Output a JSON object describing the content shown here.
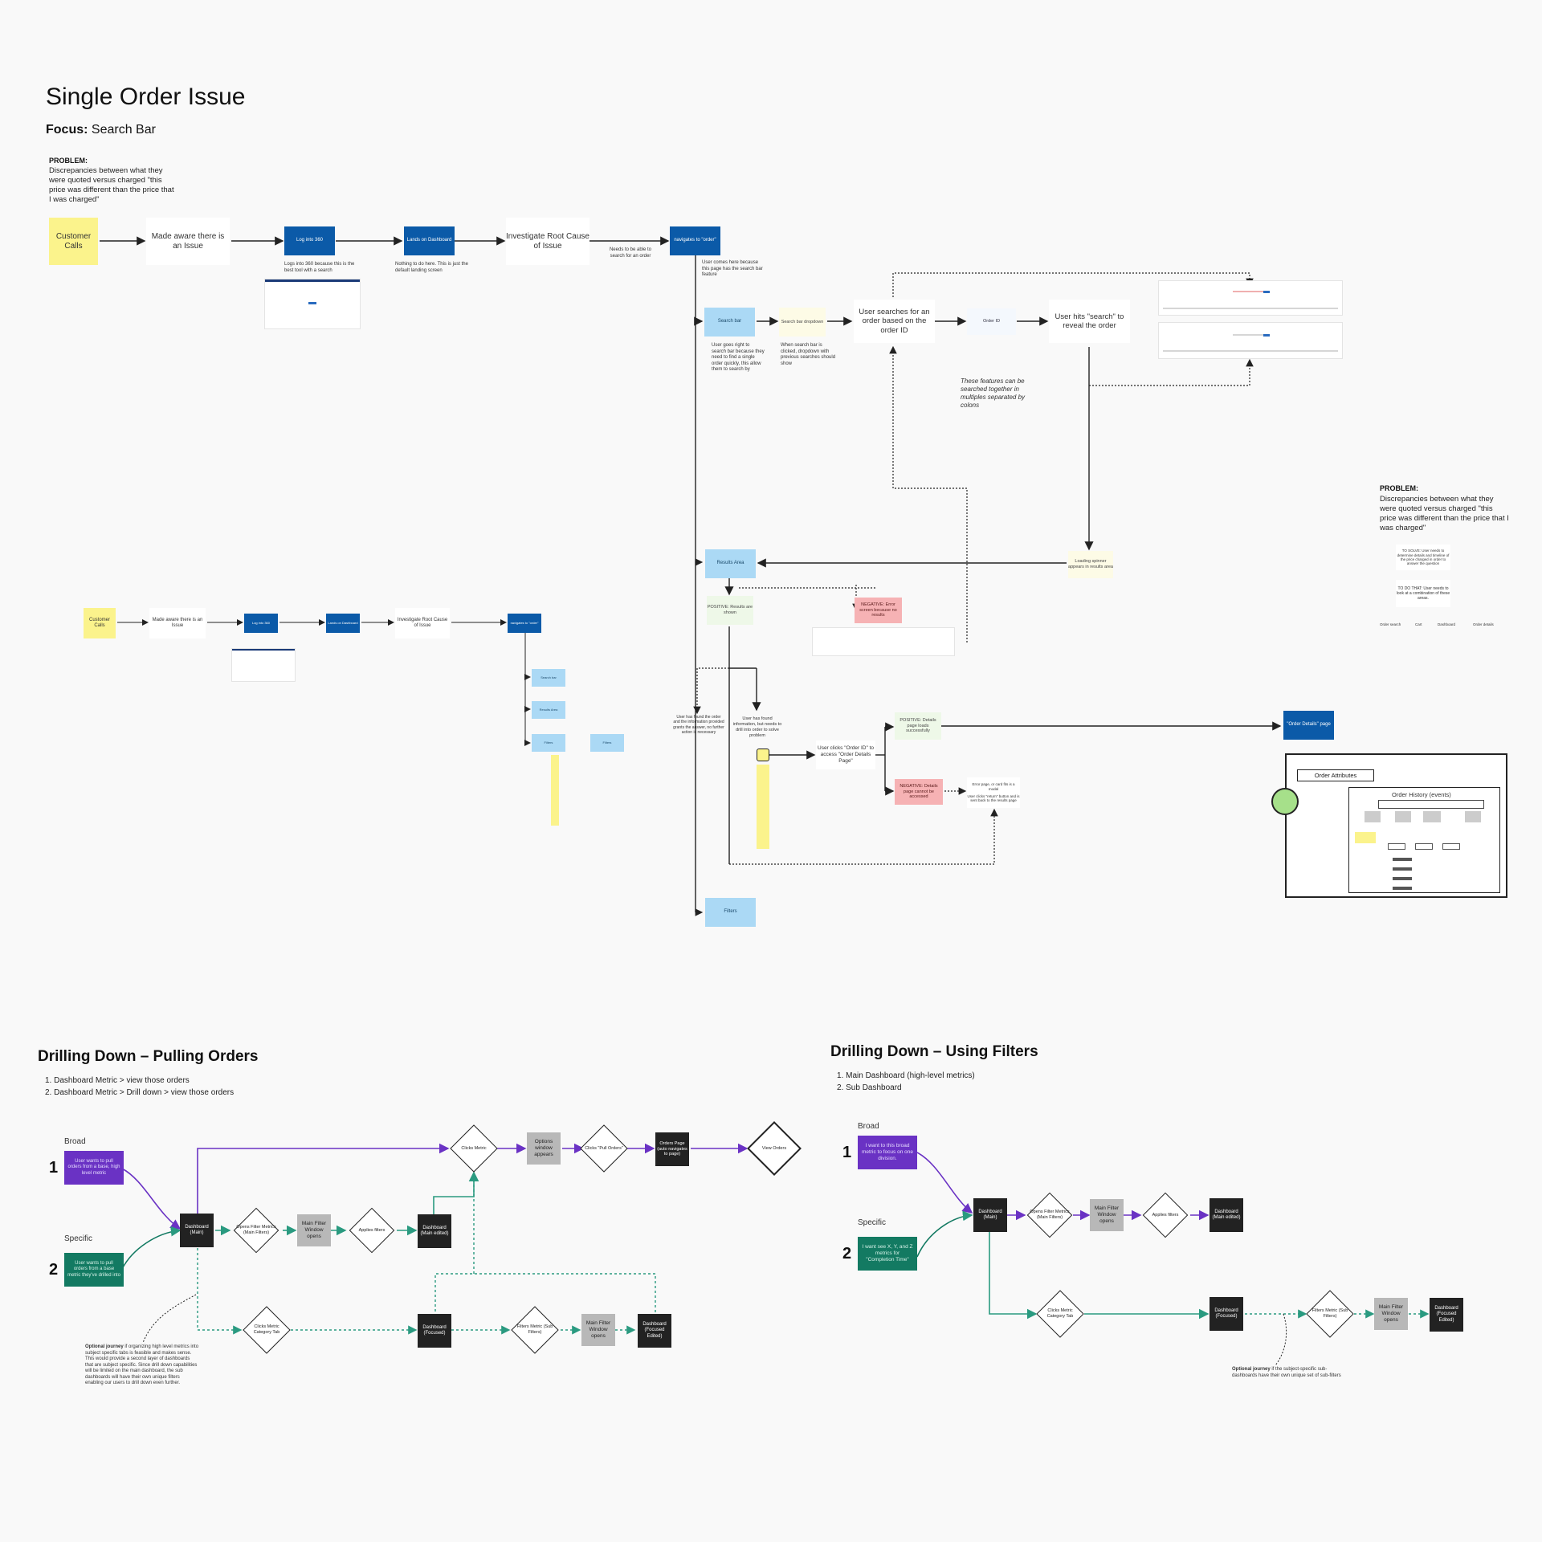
{
  "title": "Single Order Issue",
  "focus": {
    "label": "Focus:",
    "value": "Search Bar"
  },
  "problem": {
    "heading": "PROBLEM:",
    "text": "Discrepancies between what they were quoted versus charged \"this price was different than the price that I was charged\""
  },
  "flow_top": {
    "customer_calls": "Customer Calls",
    "made_aware": "Made aware there is an Issue",
    "log_into": "Log into 360",
    "log_into_note": "Logs into 360 because this is the best tool with a search",
    "lands_dashboard": "Lands on Dashboard",
    "lands_note": "Nothing to do here. This is just the default landing screen",
    "investigate": "Investigate Root Cause of Issue",
    "needs_note": "Needs to be able to search for an order",
    "navigates": "navigates to \"order\"",
    "comes_note": "User comes here because this page has the search bar feature"
  },
  "search": {
    "search_bar": "Search bar",
    "search_bar_note": "User goes right to search bar because they need to find a single order quickly, this allow them to search by",
    "dropdown": "Search bar dropdown",
    "dropdown_note": "When search bar is clicked, dropdown with previous searches should show",
    "searches": "User searches for an order based on the order ID",
    "order_id": "Order ID",
    "hits_search": "User hits \"search\" to reveal the order",
    "features_note": "These features can be searched together in multiples separated by colons"
  },
  "results": {
    "results_area": "Results Area",
    "loading": "Loading spinner appears in results area",
    "positive": "POSITIVE: Results are shown",
    "negative": "NEGATIVE: Error screen because no results",
    "found_note": "User has found the order and the information provided grants the answer, no further action is necessary",
    "found_info": "User has found information, but needs to drill into order to solve problem",
    "clicks_order": "User clicks \"Order ID\" to access \"Order Details Page\"",
    "positive_details": "POSITIVE: Details page loads successfully",
    "negative_details": "NEGATIVE: Details page cannot be accessed",
    "error_note": "Error page, or card fits is a modal",
    "error_note2": "User clicks \"return\" button and is sent back to the results page",
    "order_details_page": "\"Order Details\" page",
    "filters": "Filters"
  },
  "side_problem": {
    "heading": "PROBLEM:",
    "text": "Discrepancies between what they were quoted versus charged \"this price was different than the price that I was charged\"",
    "to_solve": "TO SOLVE: User needs to determine details and timeline of the price charged in order to answer the question",
    "to_do_that": "TO DO THAT: User needs to look at a combination of these areas.",
    "cols": [
      "Order search",
      "Cart",
      "Dashboard",
      "Order details"
    ]
  },
  "order_panel": {
    "attributes": "Order Attributes",
    "history": "Order History (events)"
  },
  "mini_flow": {
    "customer_calls": "Customer Calls",
    "made_aware": "Made aware there is an Issue",
    "log_into": "Log into 360",
    "lands": "Lands on Dashboard",
    "investigate": "Investigate Root Cause of Issue",
    "navigates": "navigates to \"order\"",
    "search": "Search bar",
    "results": "Results Area",
    "filters": "Filters",
    "filters2": "Filters"
  },
  "drill_orders": {
    "title": "Drilling Down – Pulling Orders",
    "steps": [
      "Dashboard Metric > view those orders",
      "Dashboard Metric > Drill down > view those orders"
    ],
    "broad": "Broad",
    "specific": "Specific",
    "n1": "1",
    "n2": "2",
    "broad_box": "User wants to pull orders from a base, high level metric",
    "specific_box": "User wants to pull orders from a base metric they've drilled into",
    "dash_main": "Dashboard (Main)",
    "opens_filter": "Opens Filter Metrics (Main Filters)",
    "main_filter": "Main Filter Window opens",
    "applies": "Applies filters",
    "dash_edited": "Dashboard (Main edited)",
    "clicks_metric": "Clicks Metric",
    "options": "Options window appears",
    "clicks_pull": "Clicks \"Pull Orders\"",
    "orders_page": "Orders Page (auto navigates to page)",
    "view_orders": "View Orders",
    "clicks_cat": "Clicks Metric Category Tab",
    "dash_focused": "Dashboard (Focused)",
    "filters_sub": "Filters Metric (Sub Filters)",
    "main_filter2": "Main Filter Window opens",
    "dash_focused_edited": "Dashboard (Focused Edited)",
    "optional_label": "Optional journey",
    "optional_text": "if organizing high level metrics into subject specific tabs is feasible and makes sense. This would provide a second layer of dashboards that are subject specific. Since drill down capabilities will be limited on the main dashboard, the sub dashboards will have their own unique filters enabling our users to drill down even further."
  },
  "drill_filters": {
    "title": "Drilling Down – Using Filters",
    "steps": [
      "Main Dashboard (high-level metrics)",
      "Sub Dashboard"
    ],
    "broad": "Broad",
    "specific": "Specific",
    "n1": "1",
    "n2": "2",
    "broad_box": "I want to this broad metric to focus on one division.",
    "specific_box": "I want see X, Y, and Z metrics for \"Completion Time\"",
    "dash_main": "Dashboard (Main)",
    "opens_filter": "Opens Filter Metrics (Main Filters)",
    "main_filter": "Main Filter Window opens",
    "applies": "Applies filters",
    "dash_edited": "Dashboard (Main edited)",
    "clicks_cat": "Clicks Metric Category Tab",
    "dash_focused": "Dashboard (Focused)",
    "filters_sub": "Filters Metric (Sub Filters)",
    "main_filter2": "Main Filter Window opens",
    "dash_focused_edited": "Dashboard (Focused Edited)",
    "optional_label": "Optional journey",
    "optional_text": "if the subject-specific sub-dashboards have their own unique set of sub-filters"
  },
  "colors": {
    "purple": "#6a32c4",
    "teal": "#2a9a80",
    "blue": "#0b5aa8"
  }
}
